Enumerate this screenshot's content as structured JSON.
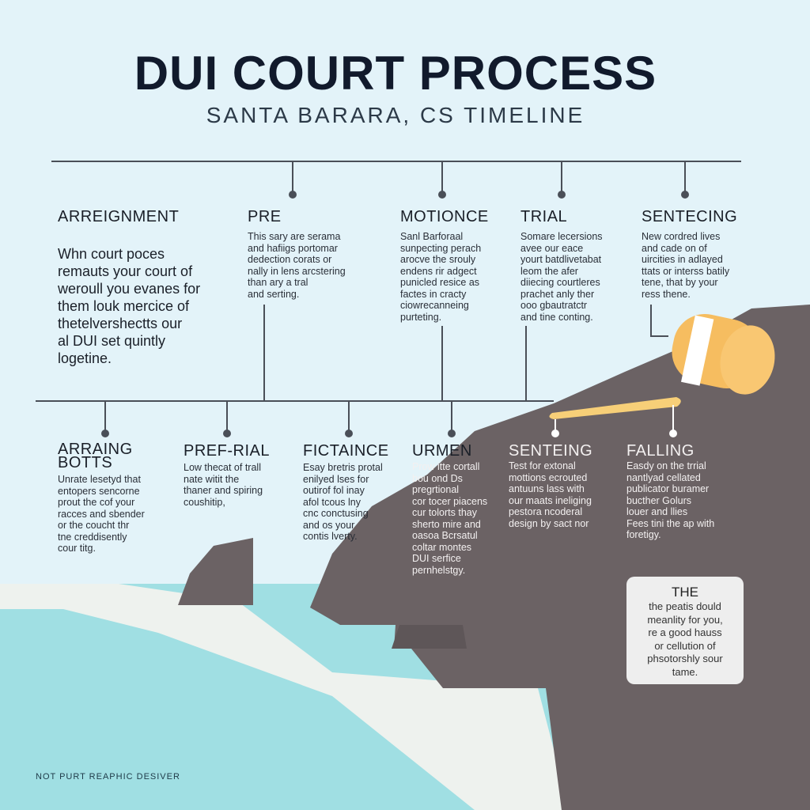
{
  "header": {
    "title": "DUI COURT PROCESS",
    "subtitle": "SANTA BARARA, CS TIMELINE"
  },
  "top_steps": [
    {
      "title": "ARREIGNMENT",
      "body": "Whn court poces\nremauts your court of\nweroull you evanes for\nthem louk mercice of\nthetelvershectts our\nal DUI set quintly\nlogetine."
    },
    {
      "title": "PRE",
      "body": "This sary are serama\nand hafiigs portomar\ndedection corats or\nnally in lens arcstering\nthan ary a tral\nand serting."
    },
    {
      "title": "MOTIONCE",
      "body": "Sanl Barforaal\nsunpecting perach\narocve the srouly\nendens rir adgect\npunicled resice as\nfactes in cracty\nciowrecanneing\npurteting."
    },
    {
      "title": "TRIAL",
      "body": "Somare lecersions\navee our eace\nyourt batdlivetabat\nleom the afer\ndiiecing courtleres\nprachet anly ther\nooo gbautratctr\nand tine conting."
    },
    {
      "title": "SENTECING",
      "body": "New cordred lives\nand cade on of\nuircities in adlayed\nttats or interss batily\ntene, that by your\nress thene."
    }
  ],
  "bottom_steps": [
    {
      "title": "ARRAING\nBOTTS",
      "body": "Unrate lesetyd that\nentopers sencorne\nprout the cof your\nracces and sbender\nor the coucht thr\ntne creddisently\ncour titg."
    },
    {
      "title": "PREF-RIAL",
      "body": "Low thecat of trall\nnate witit the\nthaner and spiring\ncoushitip,"
    },
    {
      "title": "FICTAINCE",
      "body": "Esay bretris protal\nenilyed lses for\noutirof fol inay\nafol tcous lny\ncnc conctusing\nand os your\ncontis lverty."
    },
    {
      "title": "URMEN",
      "body": "Prow itte cortall\nbou ond Ds\npregrtional\ncor tocer piacens\ncur tolorts thay\nsherto mire and\noasoa Bcrsatul\ncoltar montes\nDUI serfice\npernhelstgy."
    },
    {
      "title": "SENTEING",
      "body": "Test for extonal\nmottions ecrouted\nantuuns lass with\nour maats ineliging\npestora ncoderal\ndesign by sact nor"
    },
    {
      "title": "FALLING",
      "body": "Easdy on the trrial\nnantlyad cellated\npublicator buramer\nbucther Golurs\nlouer and llies\nFees tini the ap with\nforetigy."
    }
  ],
  "note": {
    "title": "THE",
    "body": "the peatis dould\nmeanlity for you,\nre a good hauss\nor cellution of\nphsotorshly sour\ntame."
  },
  "footer": "NOT PURT REAPHIC DESIVER",
  "colors": {
    "background": "#e3f3f9",
    "sea": "#a0dfe3",
    "rock": "#6b6264",
    "beach": "#eef2ee",
    "gavel": "#f7c56e",
    "title": "#111a2c"
  }
}
